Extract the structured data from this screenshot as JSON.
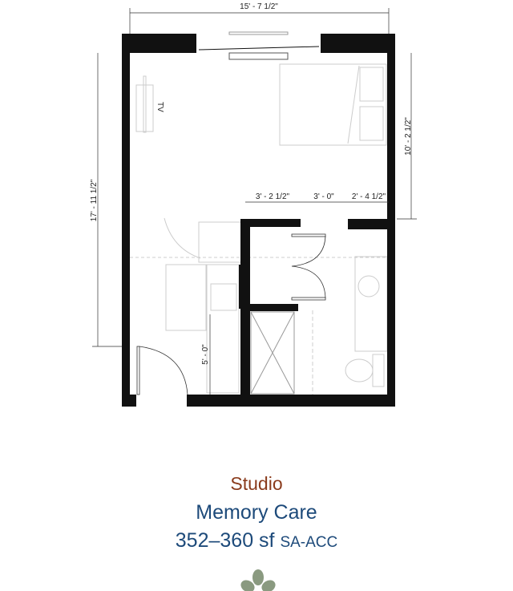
{
  "plan": {
    "dimensions": {
      "overall_width": "15' - 7 1/2\"",
      "overall_depth": "17' - 11 1/2\"",
      "bedroom_depth": "10' - 2 1/2\"",
      "seg1": "3' - 2 1/2\"",
      "seg2": "3' - 0\"",
      "seg3": "2' - 4 1/2\"",
      "kitchen": "5' - 0\""
    },
    "tv_label": "TV"
  },
  "caption": {
    "title": "Studio",
    "subtitle": "Memory Care",
    "area": "352–360 sf",
    "code": "SA-ACC"
  },
  "colors": {
    "wall": "#111111",
    "title": "#8a3b1c",
    "text": "#1d4a7a",
    "logo": "#8a9a80"
  }
}
